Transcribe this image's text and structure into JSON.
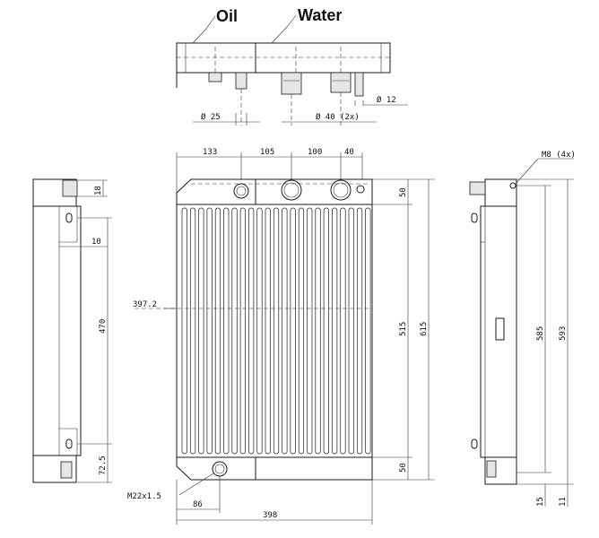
{
  "labels": {
    "oil": "Oil",
    "water": "Water",
    "dia_25": "Ø 25",
    "dia_40": "Ø 40 (2x)",
    "dia_12": "Ø 12",
    "m8": "M8 (4x)",
    "m22": "M22x1.5"
  },
  "dims": {
    "d133": "133",
    "d105": "105",
    "d100": "100",
    "d40": "40",
    "d18": "18",
    "d10": "10",
    "d470": "470",
    "d72": "72.5",
    "d397": "397.2",
    "d50_top": "50",
    "d515": "515",
    "d615": "615",
    "d50_bot": "50",
    "d86": "86",
    "d398": "398",
    "d585": "585",
    "d593": "593",
    "d15": "15",
    "d11": "11"
  }
}
